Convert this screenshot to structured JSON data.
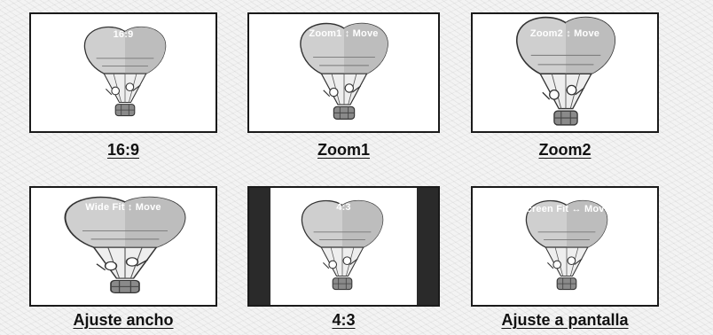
{
  "modes": [
    {
      "label": "16:9",
      "overlay": "16:9"
    },
    {
      "label": "Zoom1",
      "overlay": "Zoom1 ↕ Move"
    },
    {
      "label": "Zoom2",
      "overlay": "Zoom2 ↕ Move"
    },
    {
      "label": "Ajuste ancho",
      "overlay": "Wide Fit ↕ Move"
    },
    {
      "label": "4:3",
      "overlay": "4:3"
    },
    {
      "label": "Ajuste a pantalla",
      "overlay": "Screen Fit ↔ Move"
    }
  ]
}
